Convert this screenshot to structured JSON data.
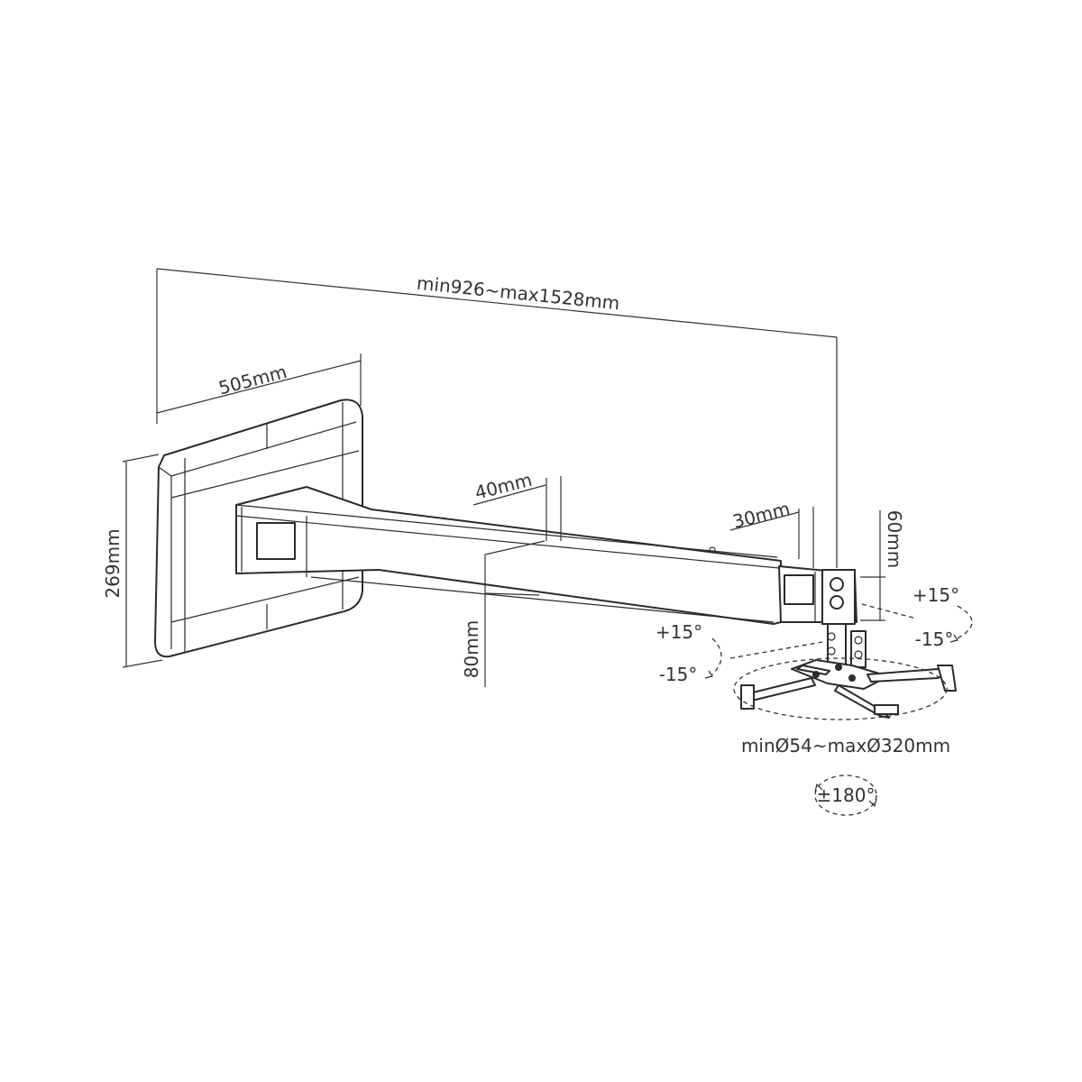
{
  "dimensions": {
    "arm_length": "min926~max1528mm",
    "plate_width": "505mm",
    "plate_height": "269mm",
    "arm_width": "40mm",
    "arm_height": "80mm",
    "extension_width": "30mm",
    "extension_height": "60mm",
    "bracket_diameter": "minØ54~maxØ320mm"
  },
  "angles": {
    "tilt_right_up": "+15°",
    "tilt_right_down": "-15°",
    "tilt_left_up": "+15°",
    "tilt_left_down": "-15°",
    "rotation": "±180°"
  },
  "colors": {
    "line": "#2b2b2b",
    "text": "#333333",
    "background": "#ffffff"
  }
}
